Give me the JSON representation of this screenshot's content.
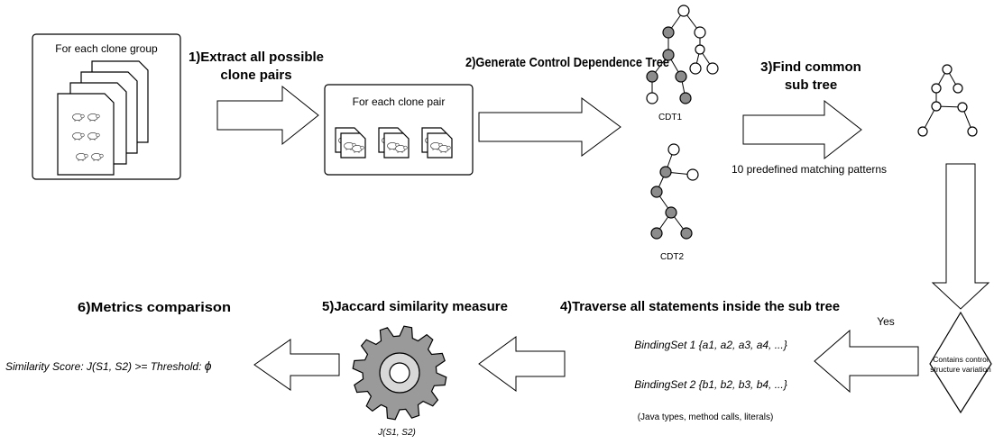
{
  "steps": {
    "extract": [
      "1)Extract all possible",
      "clone pairs"
    ],
    "generate": "2)Generate Control Dependence Tree",
    "find": [
      "3)Find common",
      "sub tree"
    ],
    "traverse": "4)Traverse all statements inside the sub tree",
    "jaccard": "5)Jaccard similarity measure",
    "metrics": "6)Metrics comparison"
  },
  "boxes": {
    "clone_group": "For each clone group",
    "clone_pair": "For each clone pair"
  },
  "trees": {
    "cdt1": "CDT1",
    "cdt2": "CDT2"
  },
  "patterns_note": "10 predefined matching patterns",
  "decision": {
    "yes": "Yes",
    "lines": [
      "Contains control",
      "structure variation"
    ]
  },
  "binding": {
    "set1": "BindingSet 1 {a1, a2, a3, a4, ...}",
    "set2": "BindingSet 2 {b1, b2, b3, b4, ...}",
    "note": "(Java types, method calls, literals)"
  },
  "gear_label": "J(S1, S2)",
  "score": "Similarity Score: J(S1, S2) >= Threshold: ",
  "phi": "ϕ"
}
